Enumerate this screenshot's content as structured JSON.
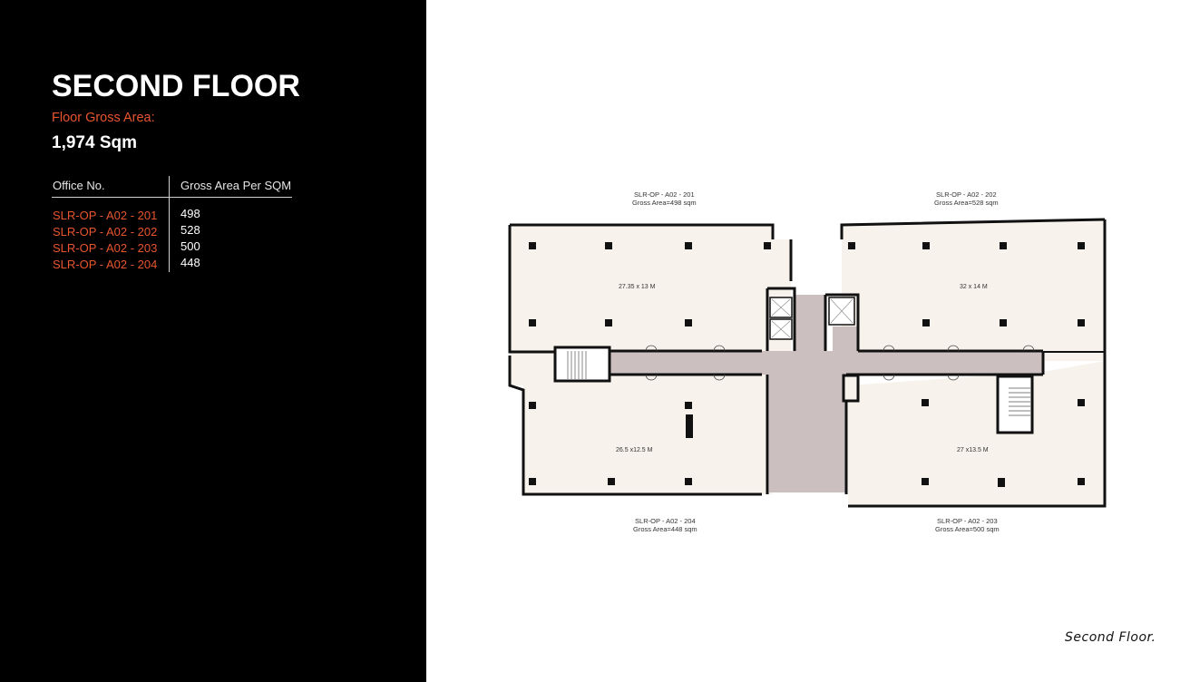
{
  "header": {
    "title": "SECOND FLOOR",
    "gross_area_label": "Floor Gross Area:",
    "gross_area_value": "1,974 Sqm"
  },
  "table": {
    "columns": [
      "Office No.",
      "Gross Area Per SQM"
    ],
    "rows": [
      {
        "office": "SLR-OP - A02 - 201",
        "area": "498"
      },
      {
        "office": "SLR-OP - A02 - 202",
        "area": "528"
      },
      {
        "office": "SLR-OP - A02 - 203",
        "area": "500"
      },
      {
        "office": "SLR-OP - A02 - 204",
        "area": "448"
      }
    ]
  },
  "floorplan": {
    "units": [
      {
        "id": "SLR-OP - A02 - 201",
        "gross": "Gross Area=498 sqm",
        "dims": "27.35 x 13 M"
      },
      {
        "id": "SLR-OP - A02 - 202",
        "gross": "Gross Area=528 sqm",
        "dims": "32 x 14 M"
      },
      {
        "id": "SLR-OP - A02 - 203",
        "gross": "Gross Area=500 sqm",
        "dims": "27 x13.5 M"
      },
      {
        "id": "SLR-OP - A02 - 204",
        "gross": "Gross Area=448 sqm",
        "dims": "26.5 x12.5 M"
      }
    ],
    "colors": {
      "office_fill": "#f7f3ec",
      "core_fill": "#cbbfbf",
      "wall": "#111111"
    }
  },
  "caption": "Second Floor.",
  "colors": {
    "accent": "#e8552f",
    "panel_bg": "#000000",
    "page_bg": "#ffffff"
  }
}
